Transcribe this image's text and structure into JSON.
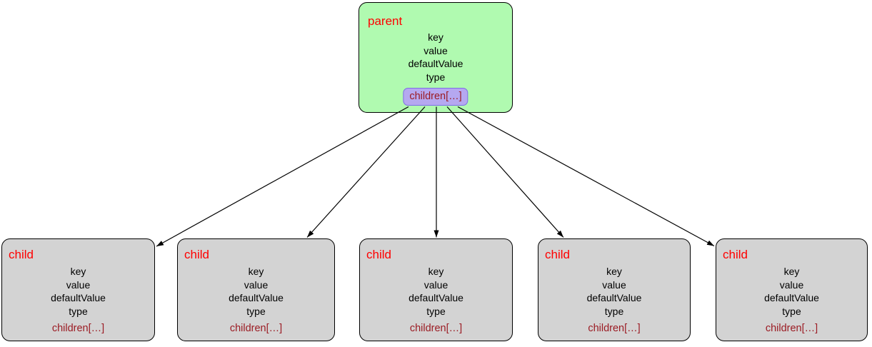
{
  "nodes": {
    "parent": {
      "label": "parent",
      "fields": [
        "key",
        "value",
        "defaultValue",
        "type"
      ],
      "children_label": "children[…]"
    },
    "children": [
      {
        "label": "child",
        "fields": [
          "key",
          "value",
          "defaultValue",
          "type"
        ],
        "children_label": "children[…]"
      },
      {
        "label": "child",
        "fields": [
          "key",
          "value",
          "defaultValue",
          "type"
        ],
        "children_label": "children[…]"
      },
      {
        "label": "child",
        "fields": [
          "key",
          "value",
          "defaultValue",
          "type"
        ],
        "children_label": "children[…]"
      },
      {
        "label": "child",
        "fields": [
          "key",
          "value",
          "defaultValue",
          "type"
        ],
        "children_label": "children[…]"
      },
      {
        "label": "child",
        "fields": [
          "key",
          "value",
          "defaultValue",
          "type"
        ],
        "children_label": "children[…]"
      }
    ]
  },
  "edges": [
    {
      "from": "parent-children-badge",
      "to": "child-node-1"
    },
    {
      "from": "parent-children-badge",
      "to": "child-node-2"
    },
    {
      "from": "parent-children-badge",
      "to": "child-node-3"
    },
    {
      "from": "parent-children-badge",
      "to": "child-node-4"
    },
    {
      "from": "parent-children-badge",
      "to": "child-node-5"
    }
  ],
  "colors": {
    "parent_fill": "#b0fab0",
    "child_fill": "#d3d3d3",
    "node_border": "#000000",
    "node_label": "#ff0000",
    "field_text": "#000000",
    "badge_fill": "#b5a8f0",
    "badge_border": "#7e6ee6",
    "children_text": "#9b1b23",
    "edge": "#000000"
  }
}
